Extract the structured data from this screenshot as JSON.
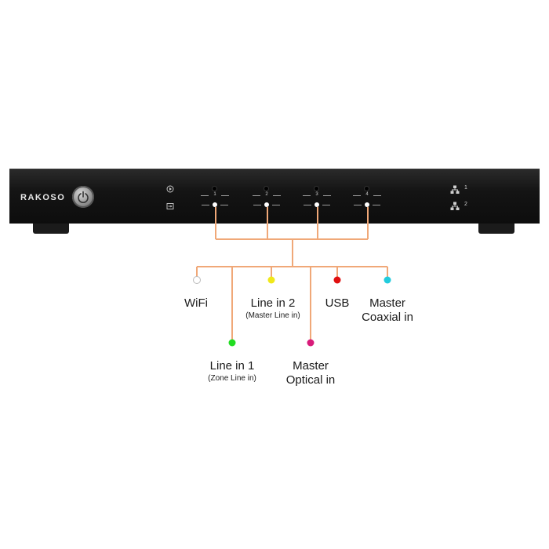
{
  "device": {
    "brand": "RAKOSO",
    "zones": [
      "1",
      "2",
      "3",
      "4"
    ],
    "network_ports": [
      "1",
      "2"
    ]
  },
  "wire_color": "#f0a878",
  "inputs": [
    {
      "name": "WiFi",
      "sub": "",
      "color": "#ffffff"
    },
    {
      "name": "Line in 1",
      "sub": "(Zone Line in)",
      "color": "#22dd22"
    },
    {
      "name": "Line in 2",
      "sub": "(Master Line in)",
      "color": "#f0e81a"
    },
    {
      "name": "Master",
      "sub": "Optical in",
      "color": "#d81b7a"
    },
    {
      "name": "USB",
      "sub": "",
      "color": "#e01010"
    },
    {
      "name": "Master",
      "sub": "Coaxial in",
      "color": "#22ccdd"
    }
  ]
}
